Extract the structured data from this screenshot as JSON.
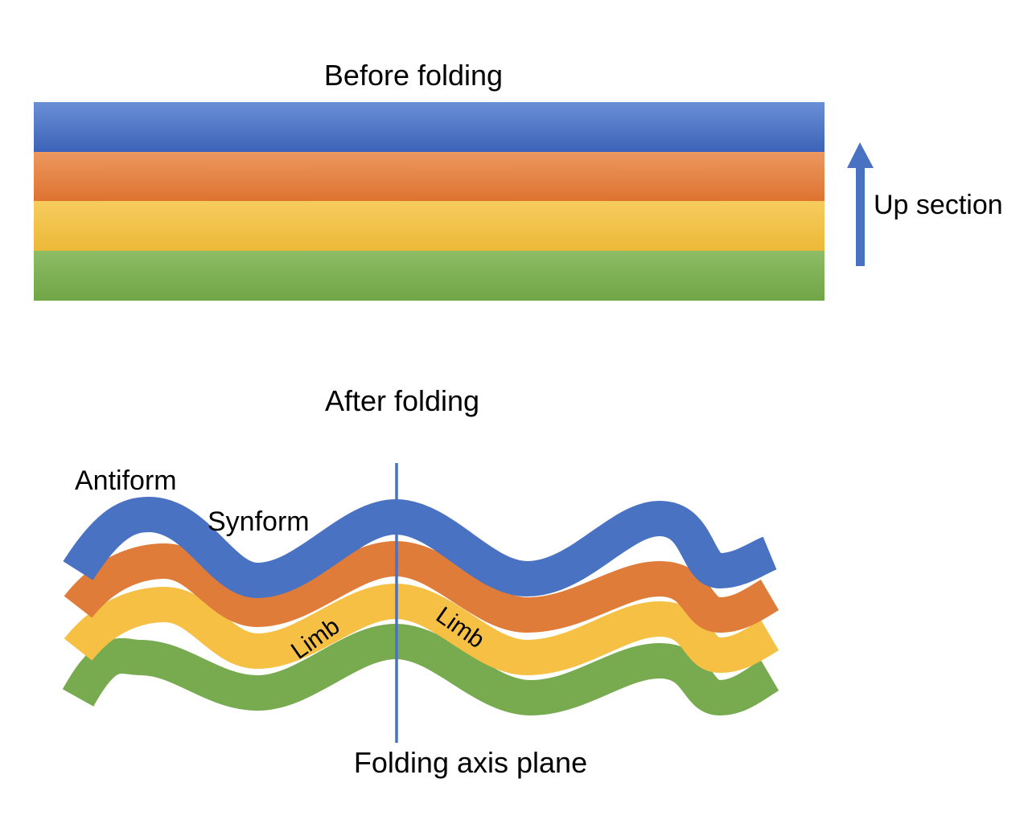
{
  "before": {
    "title": "Before folding",
    "up_label": "Up section"
  },
  "after": {
    "title": "After folding",
    "antiform_label": "Antiform",
    "synform_label": "Synform",
    "limb_label_left": "Limb",
    "limb_label_right": "Limb",
    "axis_plane_label": "Folding axis plane"
  },
  "layers": [
    {
      "name": "blue",
      "color": "#4a72c2",
      "light": "#6b8fd6",
      "dark": "#3c63b8"
    },
    {
      "name": "orange",
      "color": "#e07c3a",
      "light": "#ec9860",
      "dark": "#de7330"
    },
    {
      "name": "yellow",
      "color": "#f5c043",
      "light": "#f7cc5e",
      "dark": "#ecb838"
    },
    {
      "name": "green",
      "color": "#78aa50",
      "light": "#8dbd66",
      "dark": "#70a545"
    }
  ],
  "colors": {
    "arrow": "#4a72c2",
    "axis_line": "#4a72c2"
  }
}
